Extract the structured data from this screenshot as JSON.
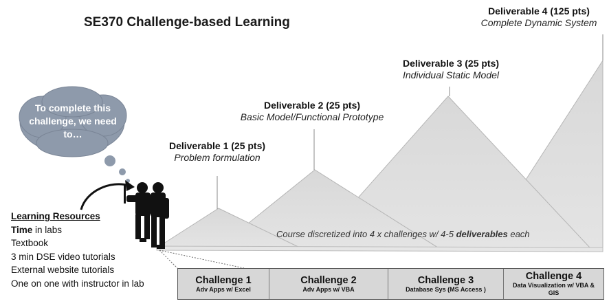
{
  "title": "SE370 Challenge-based Learning",
  "cloud_text": "To complete this challenge, we need to…",
  "deliverables": [
    {
      "name": "Deliverable 1 (25 pts)",
      "desc": "Problem formulation"
    },
    {
      "name": "Deliverable 2 (25 pts)",
      "desc": "Basic Model/Functional Prototype"
    },
    {
      "name": "Deliverable 3 (25 pts)",
      "desc": "Individual Static Model"
    },
    {
      "name": "Deliverable 4 (125 pts)",
      "desc": "Complete Dynamic System"
    }
  ],
  "course_note": {
    "prefix": "Course discretized into 4 x challenges w/ 4-5 ",
    "emphasis": "deliverables",
    "suffix": " each"
  },
  "resources": {
    "heading": "Learning Resources",
    "time_bold": "Time",
    "time_rest": " in labs",
    "items": [
      "Textbook",
      "3 min DSE video tutorials",
      "External website tutorials",
      "One on one with instructor in lab"
    ]
  },
  "challenges": [
    {
      "name": "Challenge 1",
      "sub": "Adv Apps w/ Excel"
    },
    {
      "name": "Challenge 2",
      "sub": "Adv Apps w/ VBA"
    },
    {
      "name": "Challenge 3",
      "sub": "Database Sys (MS Access )"
    },
    {
      "name": "Challenge 4",
      "sub": "Data Visualization  w/ VBA & GIS"
    }
  ],
  "colors": {
    "mountain_fill": "#dcdcdc",
    "mountain_edge": "#9a9a9a",
    "cloud_fill": "#8e9aab",
    "challenge_fill": "#d7d7d7"
  }
}
